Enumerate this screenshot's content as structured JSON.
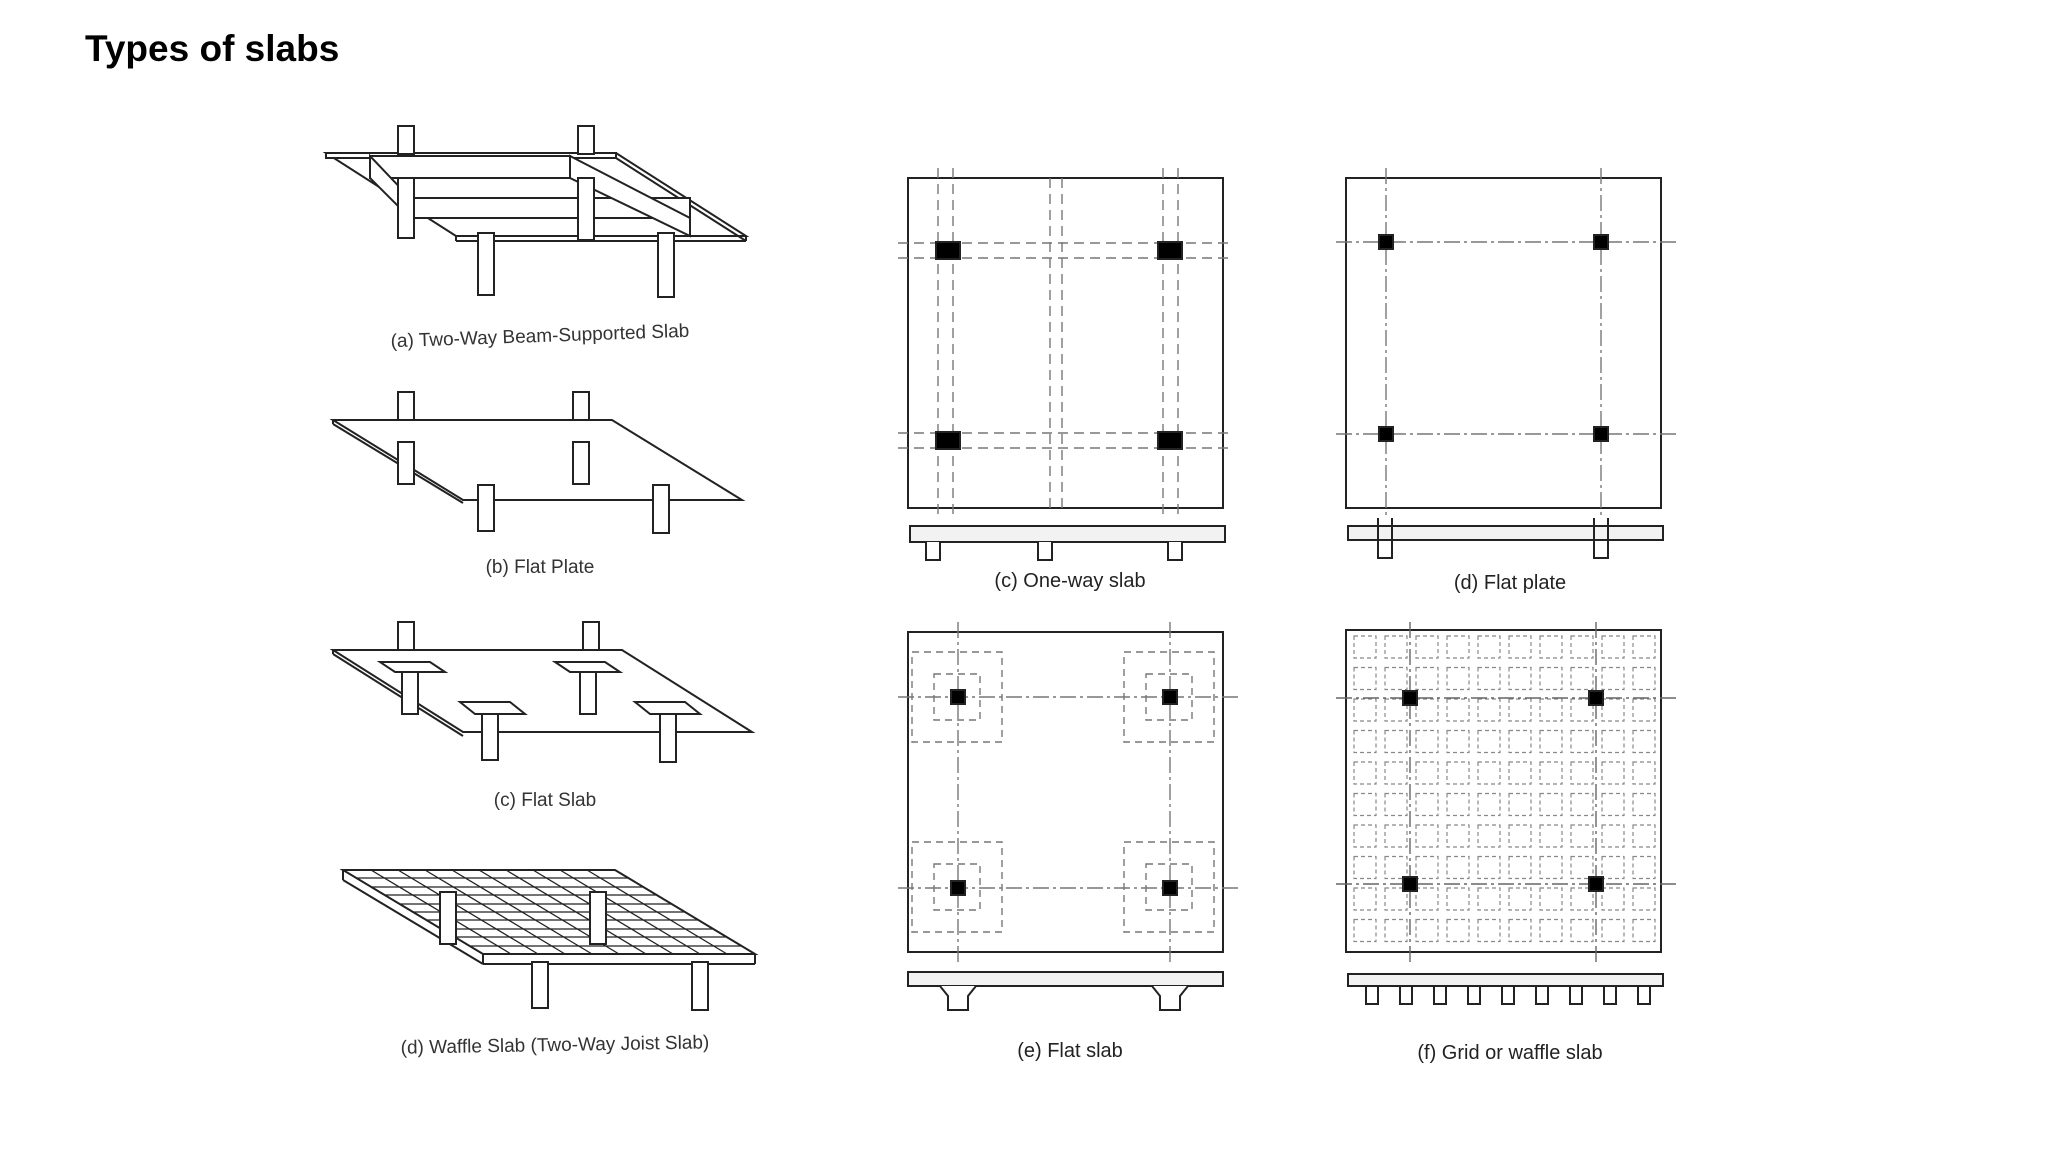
{
  "title": "Types of slabs",
  "left_figures": [
    {
      "caption": "(a) Two-Way Beam-Supported Slab"
    },
    {
      "caption": "(b) Flat Plate"
    },
    {
      "caption": "(c) Flat Slab"
    },
    {
      "caption": "(d) Waffle Slab (Two-Way Joist Slab)"
    }
  ],
  "plan_figures": [
    {
      "caption": "(c) One-way slab"
    },
    {
      "caption": "(d) Flat plate"
    },
    {
      "caption": "(e) Flat slab"
    },
    {
      "caption": "(f) Grid or waffle slab"
    }
  ]
}
